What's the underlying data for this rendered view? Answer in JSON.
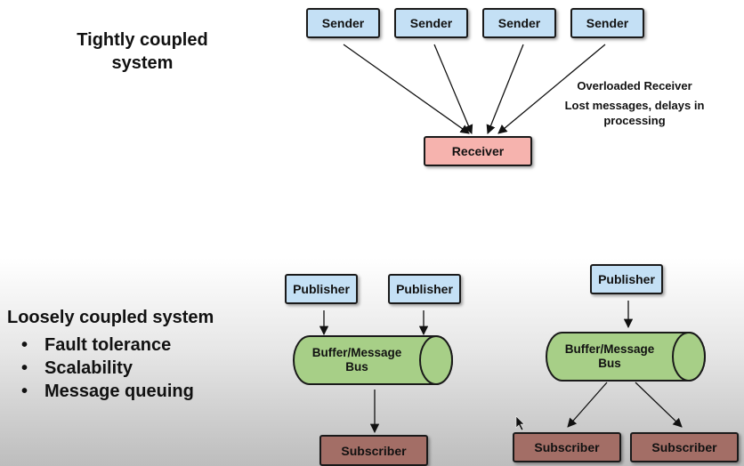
{
  "tight": {
    "title_line1": "Tightly coupled",
    "title_line2": "system",
    "senders": [
      "Sender",
      "Sender",
      "Sender",
      "Sender"
    ],
    "receiver": "Receiver",
    "note_line1": "Overloaded Receiver",
    "note_line2": "Lost messages, delays in",
    "note_line3": "processing"
  },
  "loose": {
    "title": "Loosely coupled system",
    "bullets": [
      "Fault tolerance",
      "Scalability",
      "Message queuing"
    ],
    "left": {
      "publishers": [
        "Publisher",
        "Publisher"
      ],
      "bus_line1": "Buffer/Message",
      "bus_line2": "Bus",
      "subscribers": [
        "Subscriber"
      ]
    },
    "right": {
      "publishers": [
        "Publisher"
      ],
      "bus_line1": "Buffer/Message",
      "bus_line2": "Bus",
      "subscribers": [
        "Subscriber",
        "Subscriber"
      ]
    }
  },
  "colors": {
    "sender_fill": "#c4e0f5",
    "receiver_fill": "#f6b3ae",
    "bus_fill": "#a7cf87",
    "subscriber_fill": "#a36e66"
  },
  "icons": [
    "bullet-dot-icon",
    "mouse-cursor-icon"
  ]
}
